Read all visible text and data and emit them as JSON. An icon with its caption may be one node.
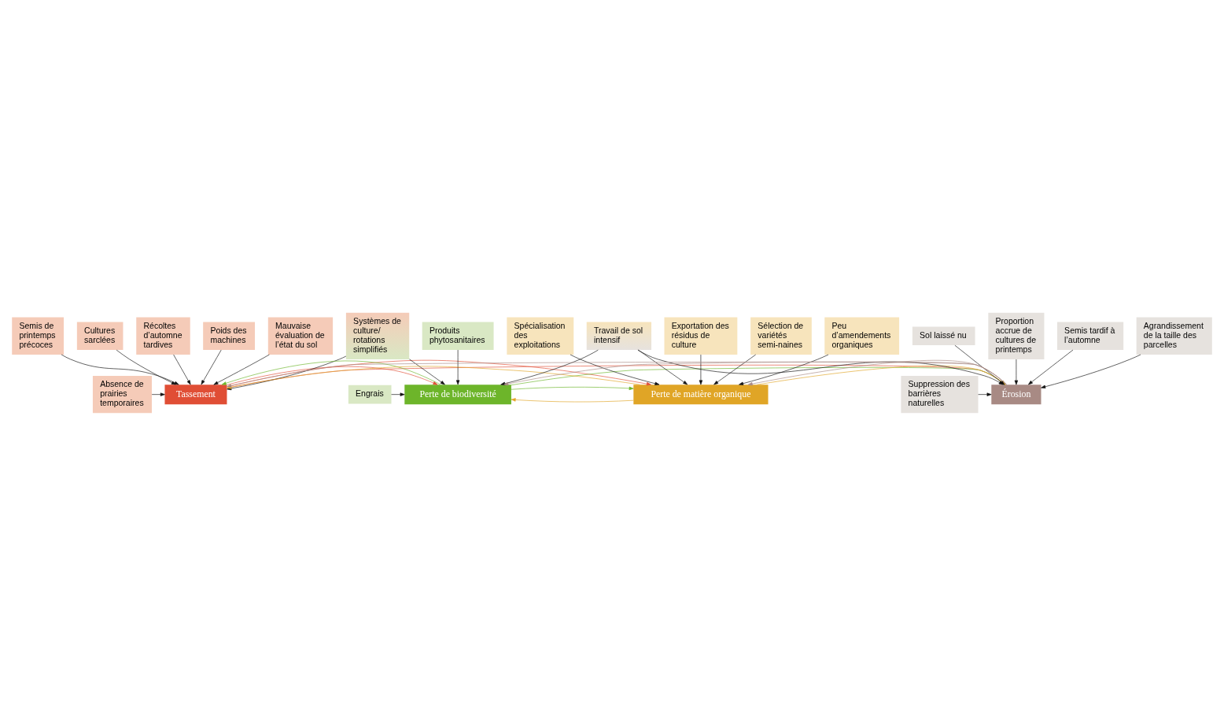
{
  "diagram": {
    "nodes": [
      {
        "text": [
          "Récoltes d’automne tardives"
        ]
      },
      {
        "text": [
          "Poids des machines"
        ]
      },
      {
        "text": [
          "Mauvaise évaluation de l’état du sol"
        ]
      },
      {
        "text": [
          "Semis de printemps précoces"
        ]
      },
      {
        "text": [
          "Cultures sarclées"
        ]
      },
      {
        "text": [
          "Tassement"
        ]
      },
      {
        "text": [
          "Absence de prairies temporaires"
        ]
      },
      {
        "text": [
          "Systèmes de culture/ rotations simplifiés"
        ]
      },
      {
        "text": [
          "Perte de biodiversité"
        ]
      },
      {
        "text": [
          "Engrais"
        ]
      },
      {
        "text": [
          "Produits phytosanitaires"
        ]
      },
      {
        "text": [
          "Sélection de variétés semi-naines"
        ]
      },
      {
        "text": [
          "Peu d’amendements organiques"
        ]
      },
      {
        "text": [
          "Spécialisation des exploitations"
        ]
      },
      {
        "text": [
          "Exportation des résidus de culture"
        ]
      },
      {
        "text": [
          "Perte de matière organique"
        ]
      },
      {
        "text": [
          "Travail de sol intensif"
        ]
      },
      {
        "text": [
          "Sol laissé nu"
        ]
      },
      {
        "text": [
          "Suppression des barrières naturelles"
        ]
      },
      {
        "text": [
          "Érosion"
        ]
      },
      {
        "text": [
          "Proportion accrue de cultures de printemps"
        ]
      },
      {
        "text": [
          "Semis tardif à l’automne"
        ]
      },
      {
        "text": [
          "Agrandissement de la taille des parcelles"
        ]
      }
    ],
    "edges": [
      {
        "from": 0,
        "to": 5,
        "arrow": "to"
      },
      {
        "from": 1,
        "to": 5,
        "arrow": "to"
      },
      {
        "from": 2,
        "to": 5,
        "arrow": "to"
      },
      {
        "from": 3,
        "to": 5,
        "arrow": "to"
      },
      {
        "from": 4,
        "to": 5,
        "arrow": "to"
      },
      {
        "from": 6,
        "to": 5,
        "arrow": "to"
      },
      {
        "from": 7,
        "to": 5,
        "arrow": "to"
      },
      {
        "from": 7,
        "to": 8,
        "arrow": "to"
      },
      {
        "from": 9,
        "to": 8,
        "arrow": "to"
      },
      {
        "from": 10,
        "to": 8,
        "arrow": "to"
      },
      {
        "from": 11,
        "to": 15,
        "arrow": "to"
      },
      {
        "from": 12,
        "to": 15,
        "arrow": "to"
      },
      {
        "from": 13,
        "to": 15,
        "arrow": "to"
      },
      {
        "from": 14,
        "to": 15,
        "arrow": "to"
      },
      {
        "from": 16,
        "to": 15,
        "arrow": "to"
      },
      {
        "from": 16,
        "to": 8,
        "arrow": "to"
      },
      {
        "from": 16,
        "to": 19,
        "arrow": "to"
      },
      {
        "from": 17,
        "to": 19,
        "arrow": "to"
      },
      {
        "from": 18,
        "to": 19,
        "arrow": "to"
      },
      {
        "from": 20,
        "to": 19,
        "arrow": "to"
      },
      {
        "from": 21,
        "to": 19,
        "arrow": "to"
      },
      {
        "from": 22,
        "to": 19,
        "arrow": "to"
      },
      {
        "from": 15,
        "to": 5,
        "arrow": "to",
        "color": "#e0a526"
      },
      {
        "from": 5,
        "to": 15,
        "arrow": "to",
        "color": "#e04e35"
      },
      {
        "from": 5,
        "to": 8,
        "arrow": "to",
        "color": "#e04e35"
      },
      {
        "from": 8,
        "to": 5,
        "arrow": "to",
        "color": "#6db52a"
      },
      {
        "from": 15,
        "to": 8,
        "arrow": "to",
        "color": "#e0a526"
      },
      {
        "from": 8,
        "to": 15,
        "arrow": "to",
        "color": "#6db52a"
      },
      {
        "from": 5,
        "to": 19,
        "arrow": "to",
        "color": "#e04e35"
      },
      {
        "from": 19,
        "to": 5,
        "arrow": "to",
        "color": "#a88a84"
      },
      {
        "from": 8,
        "to": 19,
        "arrow": "to",
        "color": "#6db52a"
      },
      {
        "from": 19,
        "to": 8,
        "arrow": "to",
        "color": "#a88a84"
      },
      {
        "from": 15,
        "to": 19,
        "arrow": "to",
        "color": "#e0a526"
      },
      {
        "from": 19,
        "to": 15,
        "arrow": "to",
        "color": "#a88a84"
      }
    ]
  }
}
